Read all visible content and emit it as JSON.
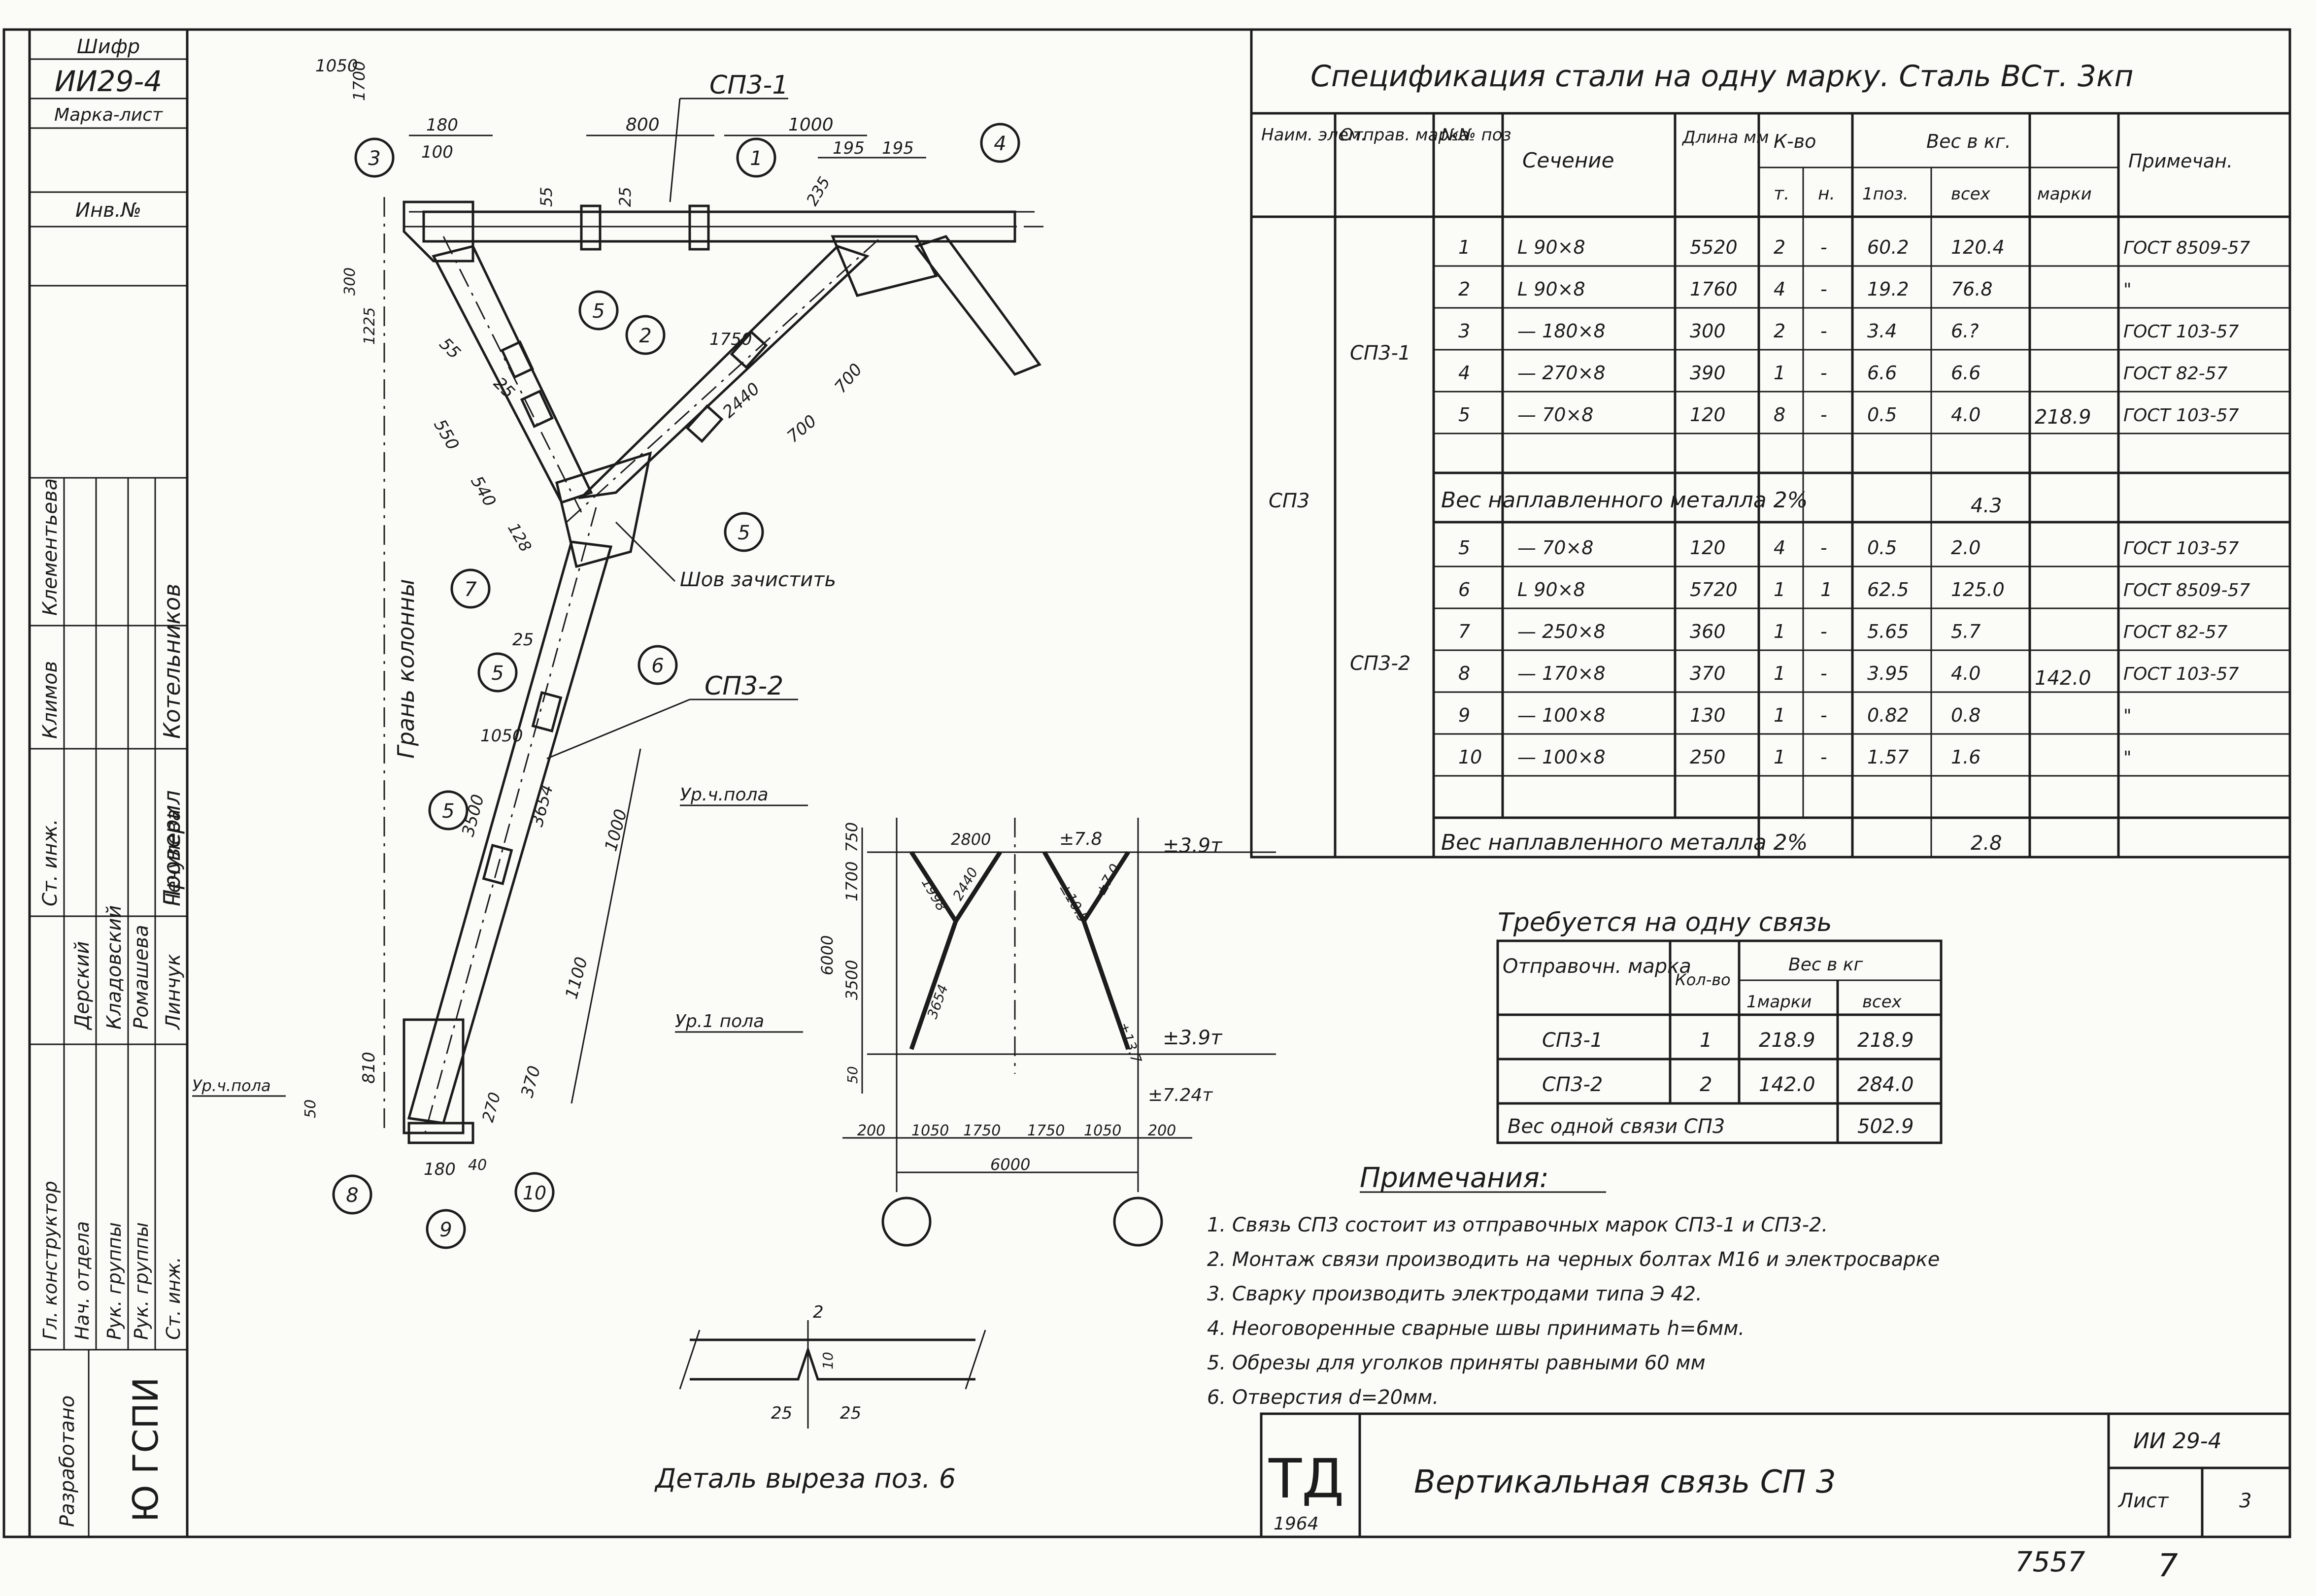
{
  "stamp": {
    "code": "ИИ29-4",
    "code_label": "Шифр",
    "sheet_label": "Марка-лист",
    "inv_label": "Инв.№",
    "org": "Ю ГСПИ",
    "developed": "Разработано",
    "roles": [
      "Гл. конструктор",
      "Нач. отдела",
      "Рук. группы",
      "Рук. группы",
      "Ст. инж."
    ],
    "names": [
      "Дерский",
      "Кладовский",
      "Ромашева",
      "Линчук",
      "Чечулева"
    ],
    "right_col": [
      "Котельников",
      "Клементьева",
      "Климов",
      "Ст. инж.",
      "Проверил"
    ]
  },
  "title_block": {
    "logo": "ТД",
    "year": "1964",
    "title": "Вертикальная связь СП 3",
    "code": "ИИ 29-4",
    "sheet_label": "Лист",
    "sheet_no": "3",
    "archive_no": "7557",
    "page_no": "7"
  },
  "spec": {
    "title": "Спецификация стали на одну марку. Сталь ВСт. 3кп",
    "headers": {
      "elem": "Наим. элем.",
      "mark": "Отправ. марка",
      "pos": "№№ поз",
      "section": "Сечение",
      "length": "Длина мм",
      "qty": "К-во",
      "qty_t": "т.",
      "qty_n": "н.",
      "weight": "Вес в кг.",
      "w_pos": "1поз.",
      "w_all": "всех",
      "w_mark": "марки",
      "note": "Примечан."
    },
    "elem_name": "СП3",
    "groups": [
      {
        "mark": "СП3-1",
        "mark_weight": "218.9",
        "rows": [
          {
            "pos": "1",
            "sec": "L 90×8",
            "len": "5520",
            "t": "2",
            "n": "-",
            "w1": "60.2",
            "wall": "120.4",
            "note": "ГОСТ 8509-57"
          },
          {
            "pos": "2",
            "sec": "L 90×8",
            "len": "1760",
            "t": "4",
            "n": "-",
            "w1": "19.2",
            "wall": "76.8",
            "note": "\""
          },
          {
            "pos": "3",
            "sec": "— 180×8",
            "len": "300",
            "t": "2",
            "n": "-",
            "w1": "3.4",
            "wall": "6.?",
            "note": "ГОСТ 103-57"
          },
          {
            "pos": "4",
            "sec": "— 270×8",
            "len": "390",
            "t": "1",
            "n": "-",
            "w1": "6.6",
            "wall": "6.6",
            "note": "ГОСТ 82-57"
          },
          {
            "pos": "5",
            "sec": "— 70×8",
            "len": "120",
            "t": "8",
            "n": "-",
            "w1": "0.5",
            "wall": "4.0",
            "note": "ГОСТ 103-57"
          }
        ],
        "weld_label": "Вес наплавленного металла 2%",
        "weld_weight": "4.3"
      },
      {
        "mark": "СП3-2",
        "mark_weight": "142.0",
        "rows": [
          {
            "pos": "5",
            "sec": "— 70×8",
            "len": "120",
            "t": "4",
            "n": "-",
            "w1": "0.5",
            "wall": "2.0",
            "note": "ГОСТ 103-57"
          },
          {
            "pos": "6",
            "sec": "L 90×8",
            "len": "5720",
            "t": "1",
            "n": "1",
            "w1": "62.5",
            "wall": "125.0",
            "note": "ГОСТ 8509-57"
          },
          {
            "pos": "7",
            "sec": "— 250×8",
            "len": "360",
            "t": "1",
            "n": "-",
            "w1": "5.65",
            "wall": "5.7",
            "note": "ГОСТ 82-57"
          },
          {
            "pos": "8",
            "sec": "— 170×8",
            "len": "370",
            "t": "1",
            "n": "-",
            "w1": "3.95",
            "wall": "4.0",
            "note": "ГОСТ 103-57"
          },
          {
            "pos": "9",
            "sec": "— 100×8",
            "len": "130",
            "t": "1",
            "n": "-",
            "w1": "0.82",
            "wall": "0.8",
            "note": "\""
          },
          {
            "pos": "10",
            "sec": "— 100×8",
            "len": "250",
            "t": "1",
            "n": "-",
            "w1": "1.57",
            "wall": "1.6",
            "note": "\""
          }
        ],
        "weld_label": "Вес наплавленного металла 2%",
        "weld_weight": "2.8"
      }
    ]
  },
  "required": {
    "title": "Требуется на одну связь",
    "h_mark": "Отправочн. марка",
    "h_qty": "Кол-во",
    "h_weight": "Вес в кг",
    "h_one": "1марки",
    "h_all": "всех",
    "rows": [
      {
        "mark": "СП3-1",
        "qty": "1",
        "one": "218.9",
        "all": "218.9"
      },
      {
        "mark": "СП3-2",
        "qty": "2",
        "one": "142.0",
        "all": "284.0"
      }
    ],
    "total_label": "Вес одной связи СП3",
    "total": "502.9"
  },
  "notes": {
    "title": "Примечания:",
    "items": [
      "1. Связь СП3 состоит из отправочных марок СП3-1 и СП3-2.",
      "2. Монтаж связи производить на черных болтах М16 и электросварке",
      "3. Сварку производить электродами типа Э 42.",
      "4. Неоговоренные сварные швы принимать h=6мм.",
      "5. Обрезы для уголков приняты равными 60 мм",
      "6. Отверстия d=20мм."
    ]
  },
  "drawing": {
    "label_sp31": "СП3-1",
    "label_sp32": "СП3-2",
    "seam": "Шов зачистить",
    "column_face": "Грань колонны",
    "floor_level": "Ур.ч.пола",
    "balloons": [
      "1",
      "2",
      "3",
      "4",
      "5",
      "5",
      "5",
      "5",
      "6",
      "7",
      "8",
      "9",
      "10"
    ],
    "dims": [
      "1050",
      "1700",
      "180",
      "100",
      "800",
      "1000",
      "195",
      "195",
      "55",
      "25",
      "235",
      "1750",
      "2440",
      "700",
      "700",
      "55",
      "25",
      "550",
      "540",
      "128",
      "25",
      "1050",
      "3500",
      "3654",
      "1000",
      "1100",
      "370",
      "270",
      "180",
      "40",
      "810",
      "50",
      "300",
      "1225"
    ]
  },
  "scheme": {
    "floor_top": "Ур.ч.пола",
    "floor_1": "Ур.1 пола",
    "elev_39": "±3.9т",
    "elev_78": "±7.8",
    "elev_724": "±7.24т",
    "v_dims": [
      "750",
      "1700",
      "3500",
      "6000",
      "50"
    ],
    "h_dims": [
      "200",
      "1050",
      "1750",
      "1750",
      "1050",
      "200"
    ],
    "total_w": "6000",
    "top_w": "2800",
    "diag": [
      "1998",
      "2440",
      "3654"
    ],
    "right_diag": [
      "±10.5",
      "±7.0",
      "±13.7"
    ]
  },
  "detail": {
    "caption": "Деталь выреза поз. 6",
    "dims": [
      "2",
      "10",
      "25",
      "25"
    ]
  }
}
